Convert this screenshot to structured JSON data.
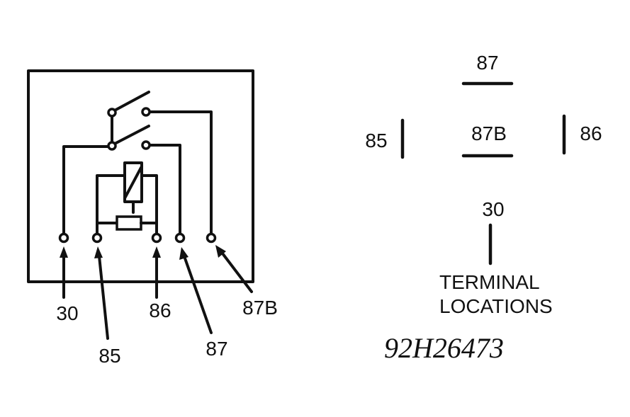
{
  "diagram": {
    "pin_labels": {
      "p30": "30",
      "p85": "85",
      "p86": "86",
      "p87": "87",
      "p87b": "87B"
    },
    "terminal_locations": {
      "t87": "87",
      "t87b": "87B",
      "t85": "85",
      "t86": "86",
      "t30": "30",
      "caption_line1": "TERMINAL",
      "caption_line2": "LOCATIONS"
    },
    "figure_code": "92H26473",
    "colors": {
      "line": "#111111",
      "background": "#ffffff"
    }
  }
}
